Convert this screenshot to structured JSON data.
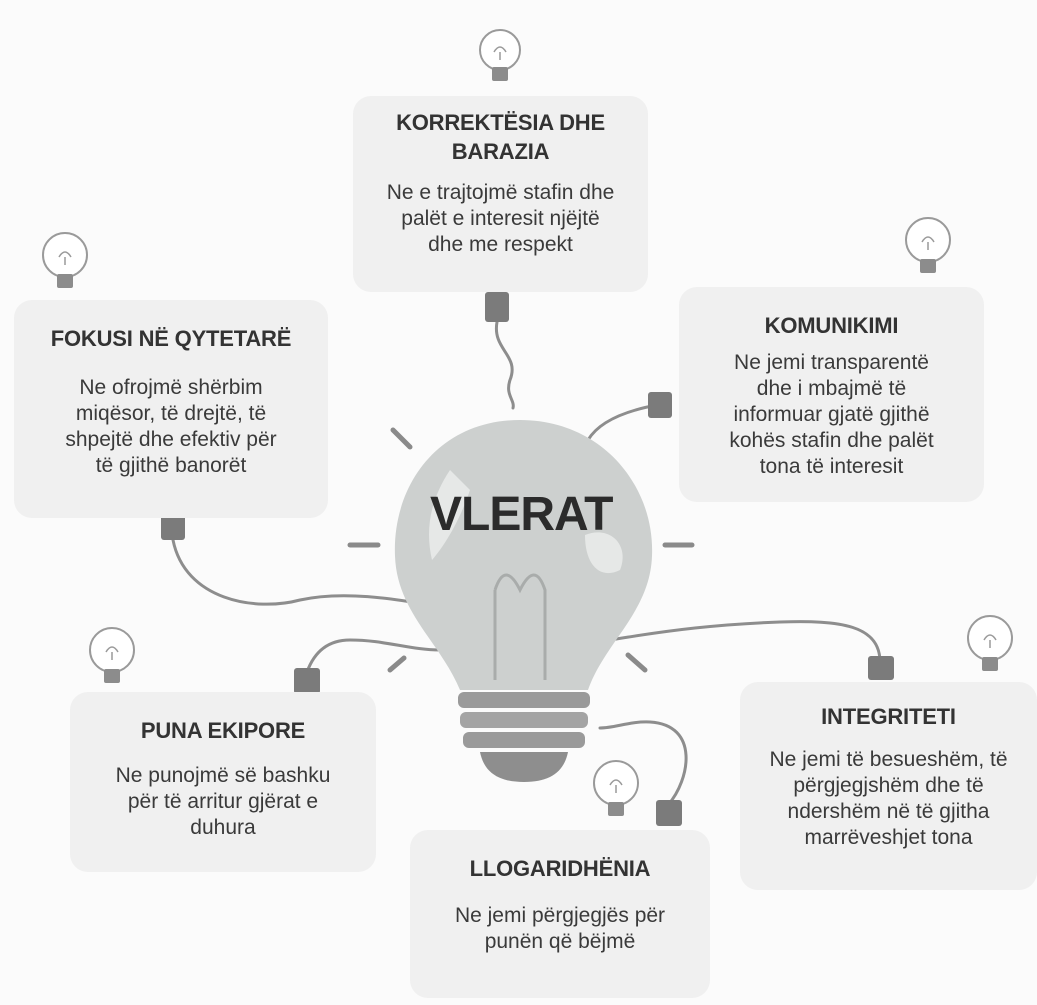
{
  "center": {
    "title": "VLERAT"
  },
  "values": {
    "korrektesia": {
      "title": "KORREKTËSIA DHE\nBARAZIA",
      "text": "Ne e trajtojmë stafin dhe\npalët e interesit njëjtë\ndhe me respekt"
    },
    "fokusi": {
      "title": "FOKUSI NË QYTETARË",
      "text": "Ne ofrojmë shërbim\nmiqësor, të drejtë, të\nshpejtë dhe efektiv për\ntë gjithë banorët"
    },
    "komunikimi": {
      "title": "KOMUNIKIMI",
      "text": "Ne jemi transparentë\ndhe i mbajmë të\ninformuar gjatë gjithë\nkohës stafin dhe palët\ntona të interesit"
    },
    "puna_ekipore": {
      "title": "PUNA EKIPORE",
      "text": "Ne punojmë së bashku\npër të arritur gjërat e\nduhura"
    },
    "llogaridhenia": {
      "title": "LLOGARIDHËNIA",
      "text": "Ne jemi përgjegjës për\npunën që bëjmë"
    },
    "integriteti": {
      "title": "INTEGRITETI",
      "text": "Ne jemi të besueshëm, të\npërgjegjshëm dhe të\nndershëm në të gjitha\nmarrëveshjet tona"
    }
  },
  "colors": {
    "card": "#f0f0f0",
    "bulb": "#cdd0cf",
    "bulb_highlight": "#e6e8e7",
    "base": "#9a9a9a",
    "plug": "#7b7b7b",
    "wire": "#8d8d8d"
  },
  "icons": [
    "light-bulb-icon",
    "plug-icon"
  ]
}
